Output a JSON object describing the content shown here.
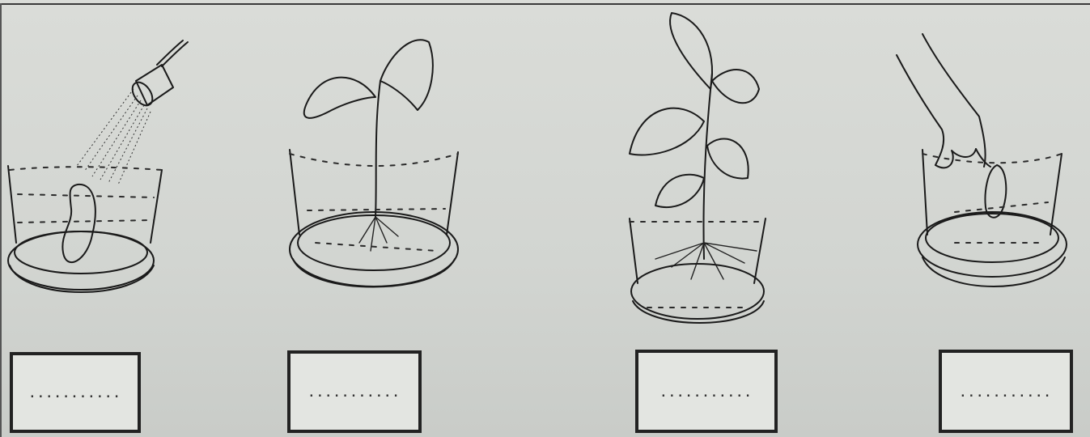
{
  "worksheet": {
    "stages": [
      {
        "id": "watering-seed",
        "icon": "watering-can-icon",
        "answer_placeholder": "..........."
      },
      {
        "id": "seedling",
        "icon": "seedling-icon",
        "answer_placeholder": "..........."
      },
      {
        "id": "grown-plant",
        "icon": "grown-plant-icon",
        "answer_placeholder": "..........."
      },
      {
        "id": "planting-seed",
        "icon": "hand-planting-icon",
        "answer_placeholder": "..........."
      }
    ]
  },
  "colors": {
    "ink": "#1a1a1a",
    "paper": "#d6d8d4"
  }
}
